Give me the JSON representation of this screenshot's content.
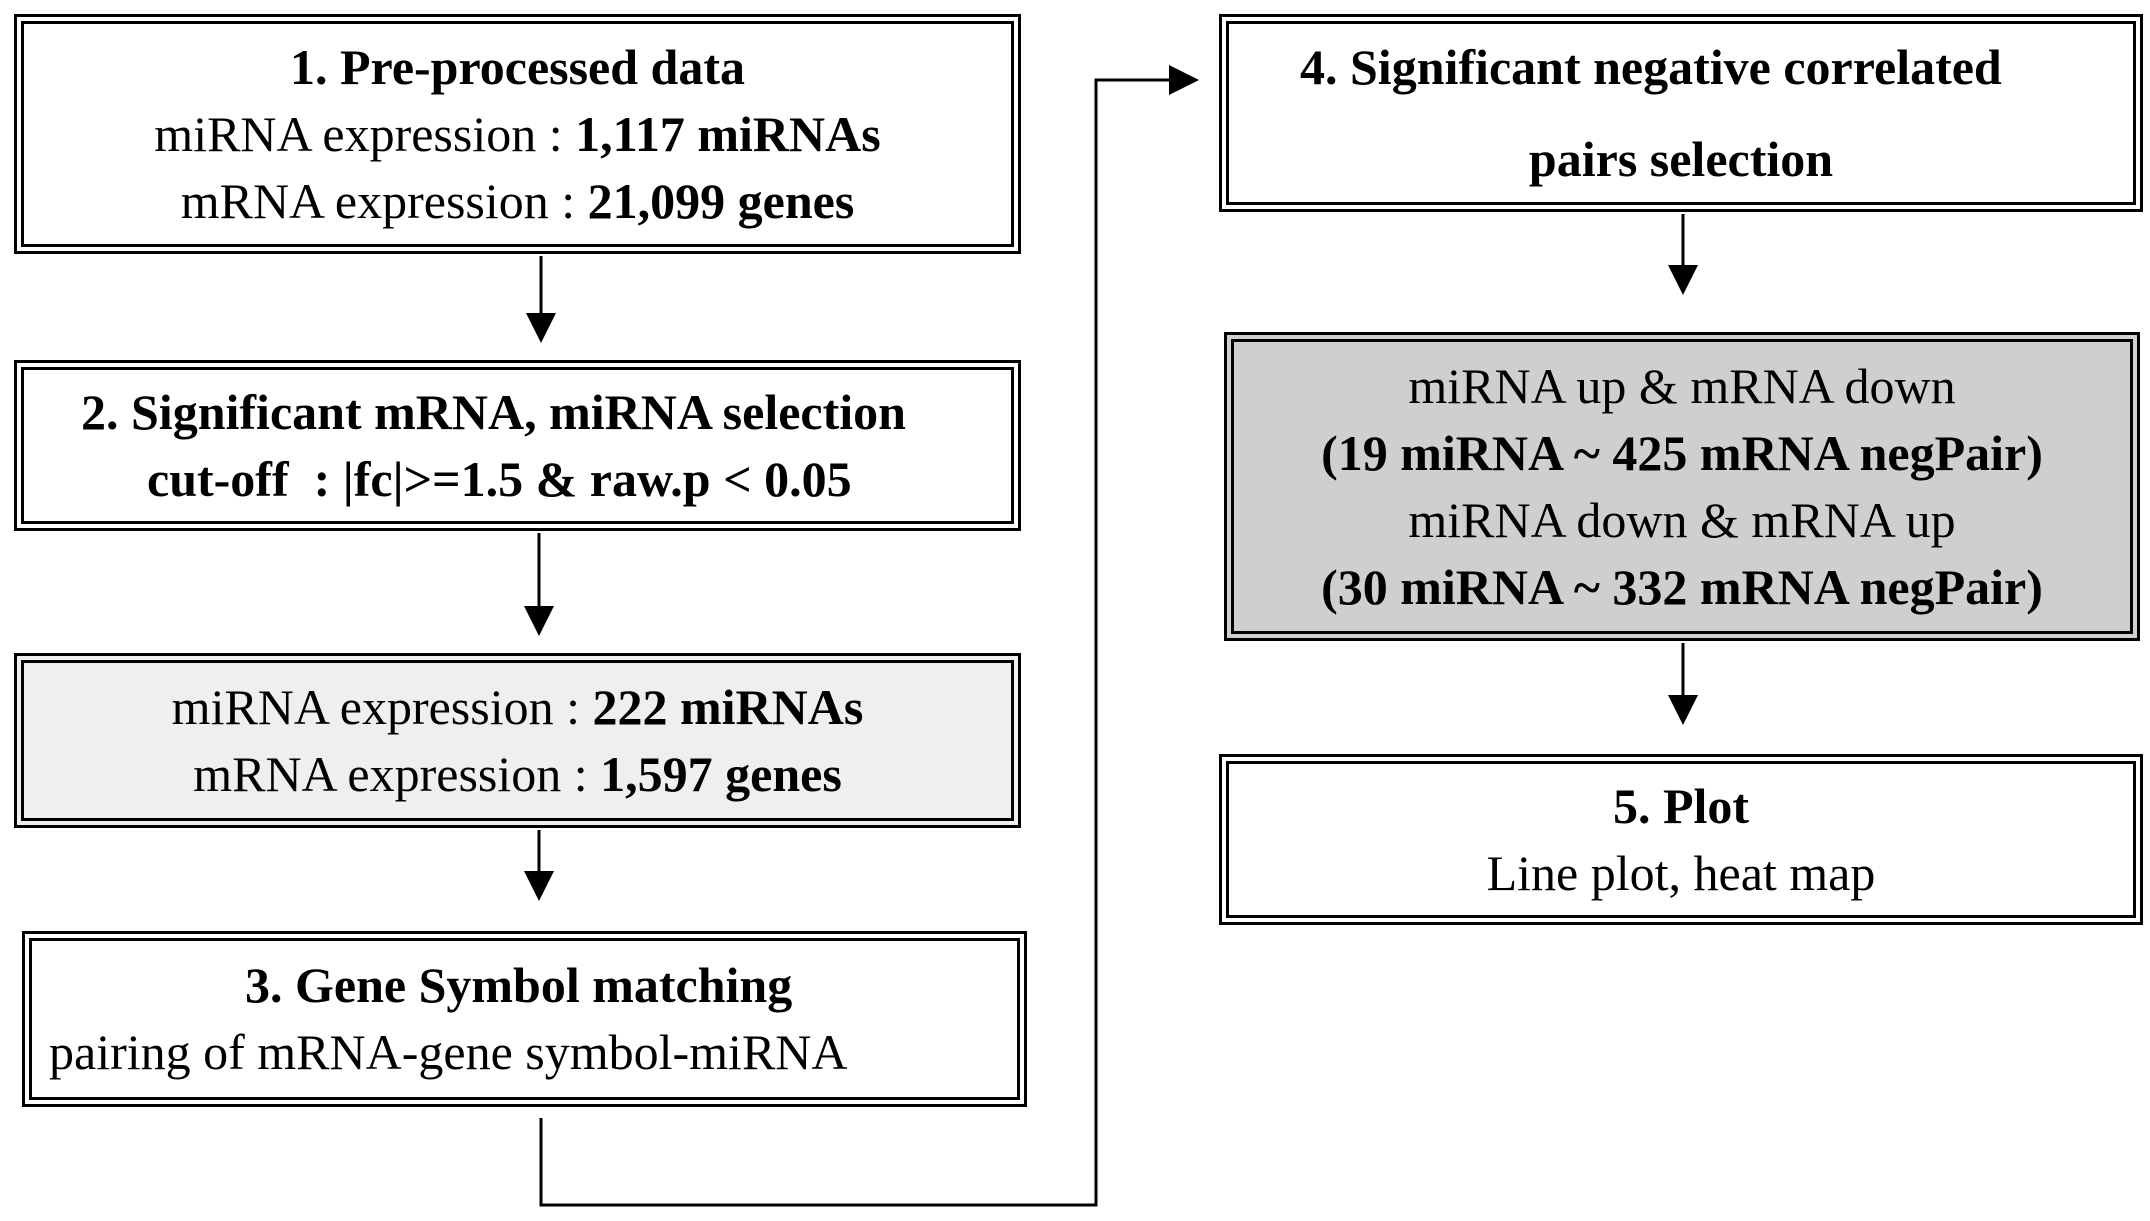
{
  "steps": {
    "s1": {
      "title": "1. Pre-processed data",
      "mirna_label": "miRNA expression : ",
      "mirna_value": "1,117 miRNAs",
      "mrna_label": "mRNA expression : ",
      "mrna_value": "21,099 genes"
    },
    "s2": {
      "title": "2. Significant mRNA, miRNA selection",
      "cutoff": "cut-off  : |fc|>=1.5 & raw.p < 0.05"
    },
    "result2": {
      "mirna_label": "miRNA expression : ",
      "mirna_value": "222 miRNAs",
      "mrna_label": "mRNA expression : ",
      "mrna_value": "1,597 genes"
    },
    "s3": {
      "title": "3. Gene Symbol matching",
      "desc": "pairing of mRNA-gene symbol-miRNA"
    },
    "s4": {
      "title_line1": "4. Significant negative correlated",
      "title_line2": "pairs selection"
    },
    "result4": {
      "up_down": "miRNA up & mRNA down",
      "up_down_pairs": "(19 miRNA ~ 425 mRNA negPair)",
      "down_up": "miRNA down & mRNA up",
      "down_up_pairs": "(30 miRNA ~ 332 mRNA negPair)"
    },
    "s5": {
      "title": "5. Plot",
      "desc": "Line plot, heat map"
    }
  },
  "colors": {
    "line": "#000000",
    "result_fill_light": "#efefef",
    "result_fill_dark": "#cfcfcf"
  }
}
